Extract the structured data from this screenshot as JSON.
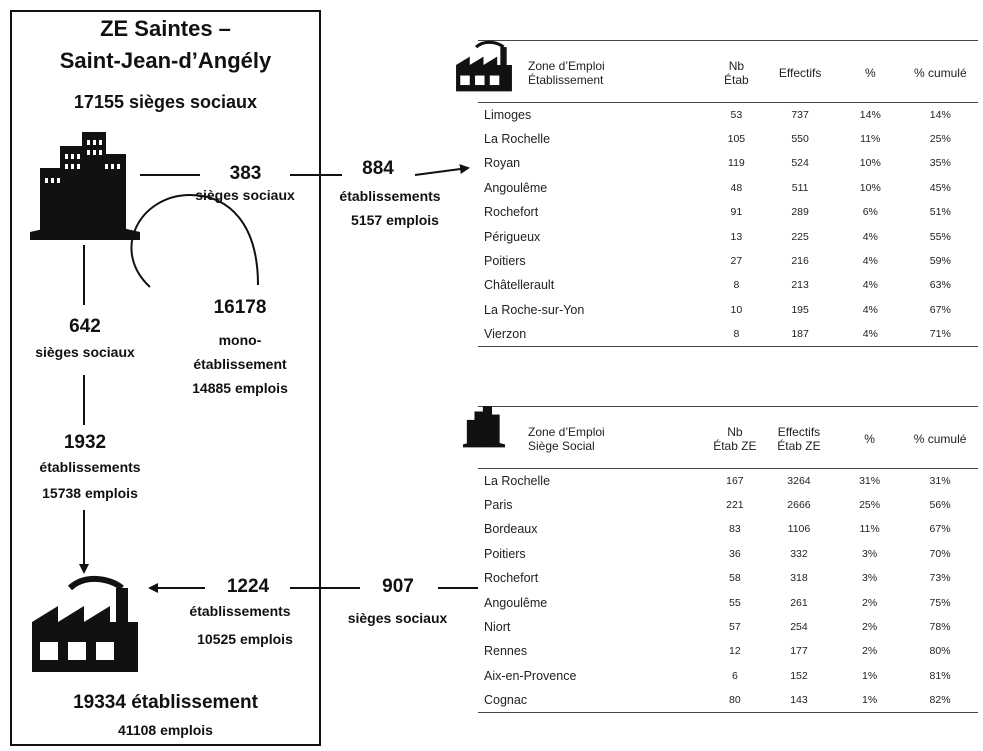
{
  "left_panel": {
    "title_line1": "ZE Saintes –",
    "title_line2": "Saint-Jean-d’Angély",
    "sieges_total": "17155 sièges sociaux"
  },
  "flows": {
    "out_sieges_count": "383",
    "out_sieges_label": "sièges sociaux",
    "out_etab_count": "884",
    "out_etab_label": "établissements",
    "out_emplois": "5157 emplois",
    "mono_count": "16178",
    "mono_label_1": "mono-",
    "mono_label_2": "établissement",
    "mono_emplois": "14885 emplois",
    "local_sieges_count": "642",
    "local_sieges_label": "sièges sociaux",
    "local_etab_count": "1932",
    "local_etab_label": "établissements",
    "local_emplois": "15738 emplois",
    "in_etab_count": "1224",
    "in_etab_label": "établissements",
    "in_emplois": "10525 emplois",
    "in_sieges_count": "907",
    "in_sieges_label": "sièges sociaux",
    "total_etab": "19334 établissement",
    "total_emplois": "41108 emplois"
  },
  "table_top": {
    "headers": [
      "Zone d’Emploi\nÉtablissement",
      "Nb\nÉtab",
      "Effectifs",
      "%",
      "% cumulé"
    ],
    "rows": [
      [
        "Limoges",
        "53",
        "737",
        "14%",
        "14%"
      ],
      [
        "La Rochelle",
        "105",
        "550",
        "11%",
        "25%"
      ],
      [
        "Royan",
        "119",
        "524",
        "10%",
        "35%"
      ],
      [
        "Angoulême",
        "48",
        "511",
        "10%",
        "45%"
      ],
      [
        "Rochefort",
        "91",
        "289",
        "6%",
        "51%"
      ],
      [
        "Périgueux",
        "13",
        "225",
        "4%",
        "55%"
      ],
      [
        "Poitiers",
        "27",
        "216",
        "4%",
        "59%"
      ],
      [
        "Châtellerault",
        "8",
        "213",
        "4%",
        "63%"
      ],
      [
        "La Roche-sur-Yon",
        "10",
        "195",
        "4%",
        "67%"
      ],
      [
        "Vierzon",
        "8",
        "187",
        "4%",
        "71%"
      ]
    ]
  },
  "table_bottom": {
    "headers": [
      "Zone d’Emploi\nSiège Social",
      "Nb\nÉtab ZE",
      "Effectifs\nÉtab ZE",
      "%",
      "% cumulé"
    ],
    "rows": [
      [
        "La Rochelle",
        "167",
        "3264",
        "31%",
        "31%"
      ],
      [
        "Paris",
        "221",
        "2666",
        "25%",
        "56%"
      ],
      [
        "Bordeaux",
        "83",
        "1106",
        "11%",
        "67%"
      ],
      [
        "Poitiers",
        "36",
        "332",
        "3%",
        "70%"
      ],
      [
        "Rochefort",
        "58",
        "318",
        "3%",
        "73%"
      ],
      [
        "Angoulême",
        "55",
        "261",
        "2%",
        "75%"
      ],
      [
        "Niort",
        "57",
        "254",
        "2%",
        "78%"
      ],
      [
        "Rennes",
        "12",
        "177",
        "2%",
        "80%"
      ],
      [
        "Aix-en-Provence",
        "6",
        "152",
        "1%",
        "81%"
      ],
      [
        "Cognac",
        "80",
        "143",
        "1%",
        "82%"
      ]
    ]
  },
  "icons": {
    "headquarters": "buildings-icon",
    "factory": "factory-icon"
  }
}
